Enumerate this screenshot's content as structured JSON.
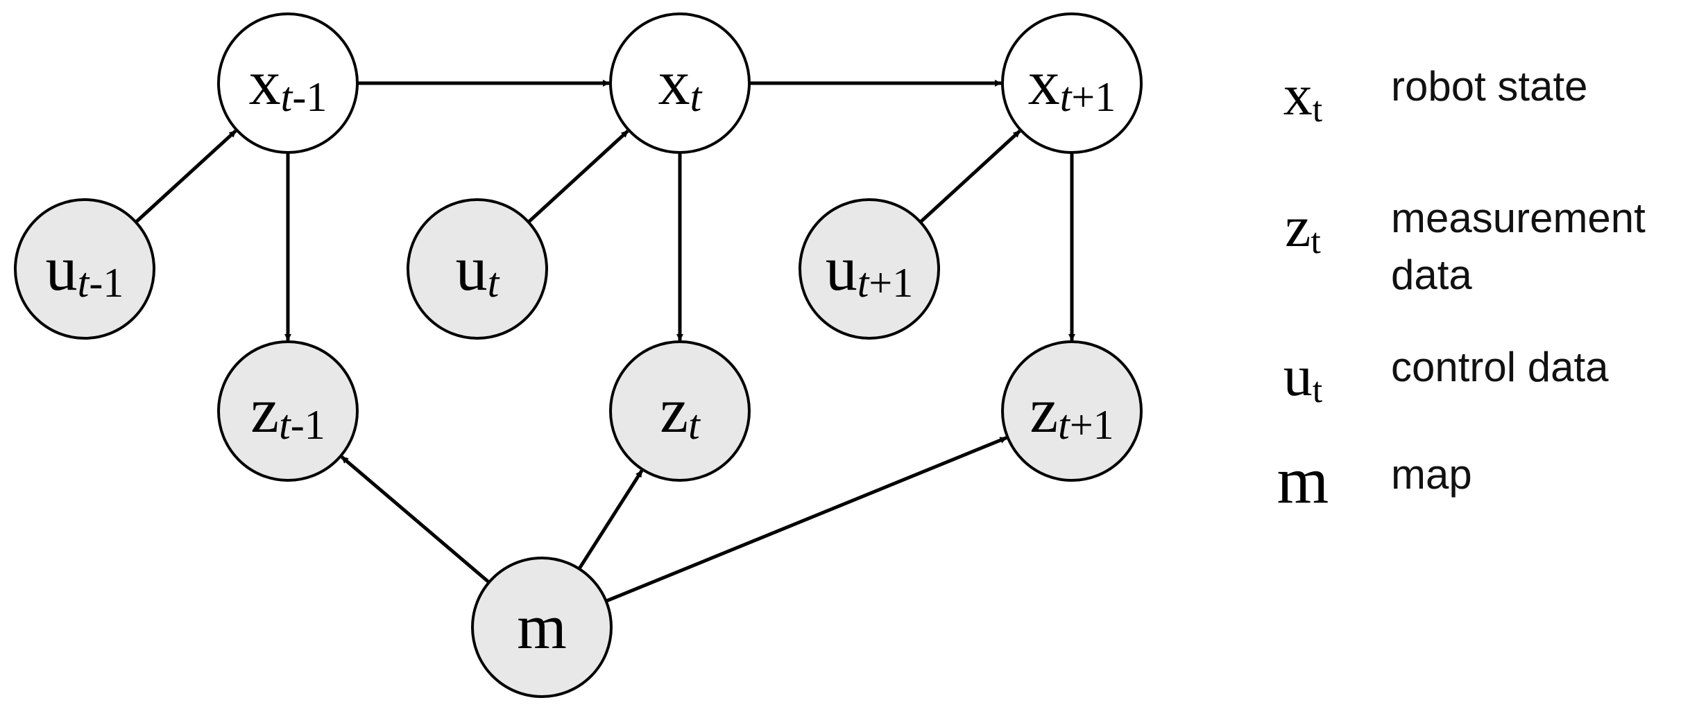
{
  "colors": {
    "state_fill": "#ffffff",
    "observed_fill": "#e8e8e8",
    "stroke": "#000000"
  },
  "nodes": [
    {
      "id": "x_prev",
      "base": "x",
      "sub": "t",
      "sub_suffix": "-1",
      "fill": "state"
    },
    {
      "id": "x_curr",
      "base": "x",
      "sub": "t",
      "sub_suffix": "",
      "fill": "state"
    },
    {
      "id": "x_next",
      "base": "x",
      "sub": "t",
      "sub_suffix": "+1",
      "fill": "state"
    },
    {
      "id": "u_prev",
      "base": "u",
      "sub": "t",
      "sub_suffix": "-1",
      "fill": "observed"
    },
    {
      "id": "u_curr",
      "base": "u",
      "sub": "t",
      "sub_suffix": "",
      "fill": "observed"
    },
    {
      "id": "u_next",
      "base": "u",
      "sub": "t",
      "sub_suffix": "+1",
      "fill": "observed"
    },
    {
      "id": "z_prev",
      "base": "z",
      "sub": "t",
      "sub_suffix": "-1",
      "fill": "observed"
    },
    {
      "id": "z_curr",
      "base": "z",
      "sub": "t",
      "sub_suffix": "",
      "fill": "observed"
    },
    {
      "id": "z_next",
      "base": "z",
      "sub": "t",
      "sub_suffix": "+1",
      "fill": "observed"
    },
    {
      "id": "m",
      "base": "m",
      "sub": "",
      "sub_suffix": "",
      "fill": "observed"
    }
  ],
  "edges": [
    {
      "from": "x_prev",
      "to": "x_curr"
    },
    {
      "from": "x_curr",
      "to": "x_next"
    },
    {
      "from": "u_prev",
      "to": "x_prev"
    },
    {
      "from": "u_curr",
      "to": "x_curr"
    },
    {
      "from": "u_next",
      "to": "x_next"
    },
    {
      "from": "x_prev",
      "to": "z_prev"
    },
    {
      "from": "x_curr",
      "to": "z_curr"
    },
    {
      "from": "x_next",
      "to": "z_next"
    },
    {
      "from": "m",
      "to": "z_prev"
    },
    {
      "from": "m",
      "to": "z_curr"
    },
    {
      "from": "m",
      "to": "z_next"
    }
  ],
  "legend": [
    {
      "symbol": "x",
      "sub": "t",
      "desc_lines": [
        "robot state"
      ]
    },
    {
      "symbol": "z",
      "sub": "t",
      "desc_lines": [
        "measurement",
        "data"
      ]
    },
    {
      "symbol": "u",
      "sub": "t",
      "desc_lines": [
        "control data"
      ]
    },
    {
      "symbol": "m",
      "sub": "",
      "desc_lines": [
        "map"
      ]
    }
  ]
}
